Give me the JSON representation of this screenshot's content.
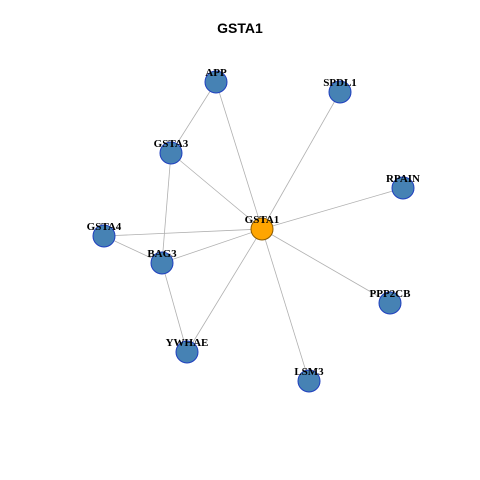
{
  "title": "GSTA1",
  "colors": {
    "hub_fill": "#FFA500",
    "hub_stroke": "#8B5A00",
    "node_fill": "#4682B4",
    "node_stroke": "#1F3FBF",
    "edge": "#B0B0B0"
  },
  "nodes": [
    {
      "id": "GSTA1",
      "hub": true
    },
    {
      "id": "APP"
    },
    {
      "id": "SPDL1"
    },
    {
      "id": "GSTA3"
    },
    {
      "id": "RPAIN"
    },
    {
      "id": "GSTA4"
    },
    {
      "id": "BAG3"
    },
    {
      "id": "PPP2CB"
    },
    {
      "id": "YWHAE"
    },
    {
      "id": "LSM3"
    }
  ],
  "edges": [
    [
      "GSTA1",
      "APP"
    ],
    [
      "GSTA1",
      "SPDL1"
    ],
    [
      "GSTA1",
      "GSTA3"
    ],
    [
      "GSTA1",
      "RPAIN"
    ],
    [
      "GSTA1",
      "GSTA4"
    ],
    [
      "GSTA1",
      "BAG3"
    ],
    [
      "GSTA1",
      "PPP2CB"
    ],
    [
      "GSTA1",
      "YWHAE"
    ],
    [
      "GSTA1",
      "LSM3"
    ],
    [
      "APP",
      "GSTA3"
    ],
    [
      "GSTA3",
      "BAG3"
    ],
    [
      "GSTA4",
      "BAG3"
    ],
    [
      "BAG3",
      "YWHAE"
    ]
  ]
}
